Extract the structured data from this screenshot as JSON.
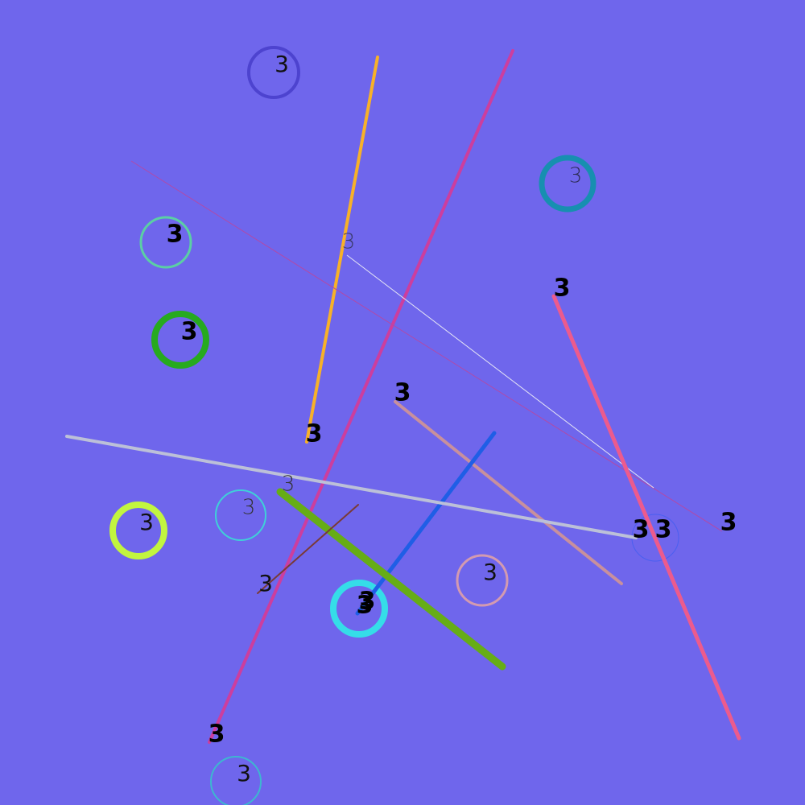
{
  "background": "#6f66ec",
  "label_text": "3",
  "circles": [
    {
      "name": "indigo-ring",
      "color": "#4d43cf",
      "label": "3"
    },
    {
      "name": "teal-ring",
      "color": "#178fb0",
      "label": "3"
    },
    {
      "name": "mint-ring",
      "color": "#5bcfa4",
      "label": "3"
    },
    {
      "name": "green-ring",
      "color": "#27aa1f",
      "label": "3"
    },
    {
      "name": "lime-ring",
      "color": "#c2f53f",
      "label": "3"
    },
    {
      "name": "cyan-ring-small",
      "color": "#3fd0d8",
      "label": "3"
    },
    {
      "name": "cyan-ring-large",
      "color": "#35dde8",
      "label": "3"
    },
    {
      "name": "pink-ring",
      "color": "#d39ab0",
      "label": "3"
    },
    {
      "name": "blue-ring",
      "color": "#4a5ff0",
      "label": "3"
    },
    {
      "name": "turquoise-ring-bottom",
      "color": "#3db7d0",
      "label": "3"
    }
  ],
  "lines": [
    {
      "name": "orange-line",
      "color": "#f7b129",
      "label": "3"
    },
    {
      "name": "magenta-line",
      "color": "#cc3e9e",
      "label": "3"
    },
    {
      "name": "thin-purple-line",
      "color": "#b04aa8",
      "label": "3"
    },
    {
      "name": "white-thin-line",
      "color": "#e6e6f5",
      "label": "3"
    },
    {
      "name": "coral-line",
      "color": "#ec5b8d",
      "label": "3"
    },
    {
      "name": "tan-line",
      "color": "#c8909d",
      "label": "3"
    },
    {
      "name": "blue-line",
      "color": "#1f5ee6",
      "label": "3"
    },
    {
      "name": "light-gray-line",
      "color": "#bcc0d8",
      "label": "3"
    },
    {
      "name": "olive-line",
      "color": "#66ad16",
      "label": "3"
    },
    {
      "name": "brown-line",
      "color": "#7a3a35",
      "label": "3"
    }
  ]
}
